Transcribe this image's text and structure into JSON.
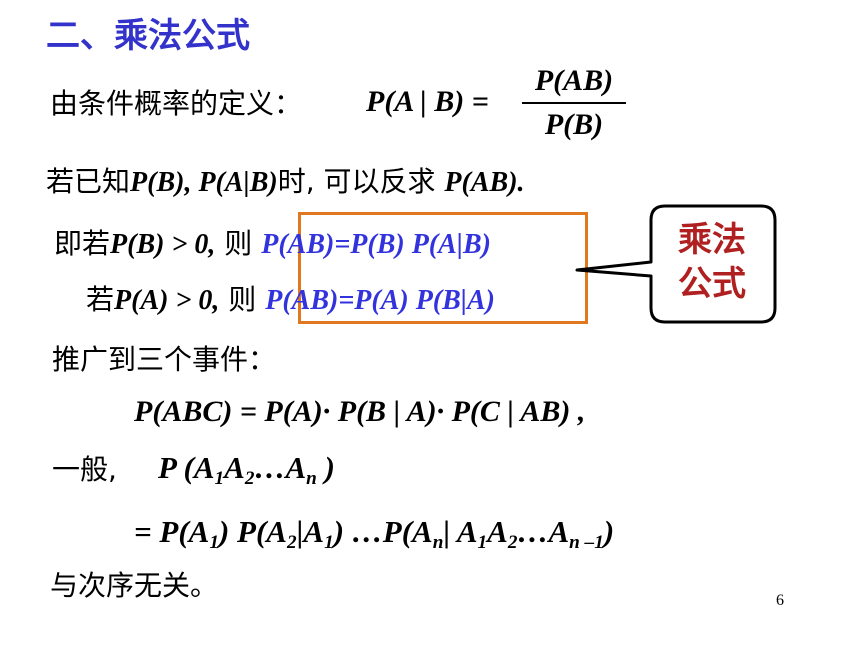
{
  "title": "二、乘法公式",
  "definition": {
    "label": "由条件概率的定义：",
    "lhs": "P(A | B) =",
    "numerator": "P(AB)",
    "denominator": "P(B)"
  },
  "inverse": {
    "pre": "若已知",
    "pb": "P(B), P(A|B)",
    "mid": "时, 可以反求 ",
    "pab": "P(AB)."
  },
  "rule1": {
    "pre": "即若",
    "cond": "P(B) > 0,",
    "then": " 则 ",
    "formula": "P(AB)=P(B) P(A|B)"
  },
  "rule2": {
    "pre": "若",
    "cond": "P(A) > 0,",
    "then": " 则 ",
    "formula": "P(AB)=P(A) P(B|A)"
  },
  "callout": {
    "line1": "乘法",
    "line2": "公式"
  },
  "three_events": {
    "label": "推广到三个事件：",
    "formula": "P(ABC) = P(A)· P(B | A)· P(C | AB) ,"
  },
  "general": {
    "label": "一般,",
    "p": "P (A",
    "s1": "1",
    "a2": "A",
    "s2": "2",
    "dots": "…A",
    "sn": "n",
    "close": " )"
  },
  "expansion": {
    "eq": "= P(A",
    "s1": "1",
    "p2": ") P(A",
    "s2": "2",
    "bar1": "|A",
    "s3": "1",
    "p3": ") …P(A",
    "sn": "n",
    "bar2": "| A",
    "s4": "1",
    "a2": "A",
    "s5": "2",
    "dots": "…A",
    "sn1": "n –1",
    "close": ")"
  },
  "conclusion": "与次序无关。",
  "page_number": "6",
  "colors": {
    "title": "#3333cc",
    "box": "#e07820",
    "formula": "#3333dd",
    "callout_text": "#b02020"
  }
}
